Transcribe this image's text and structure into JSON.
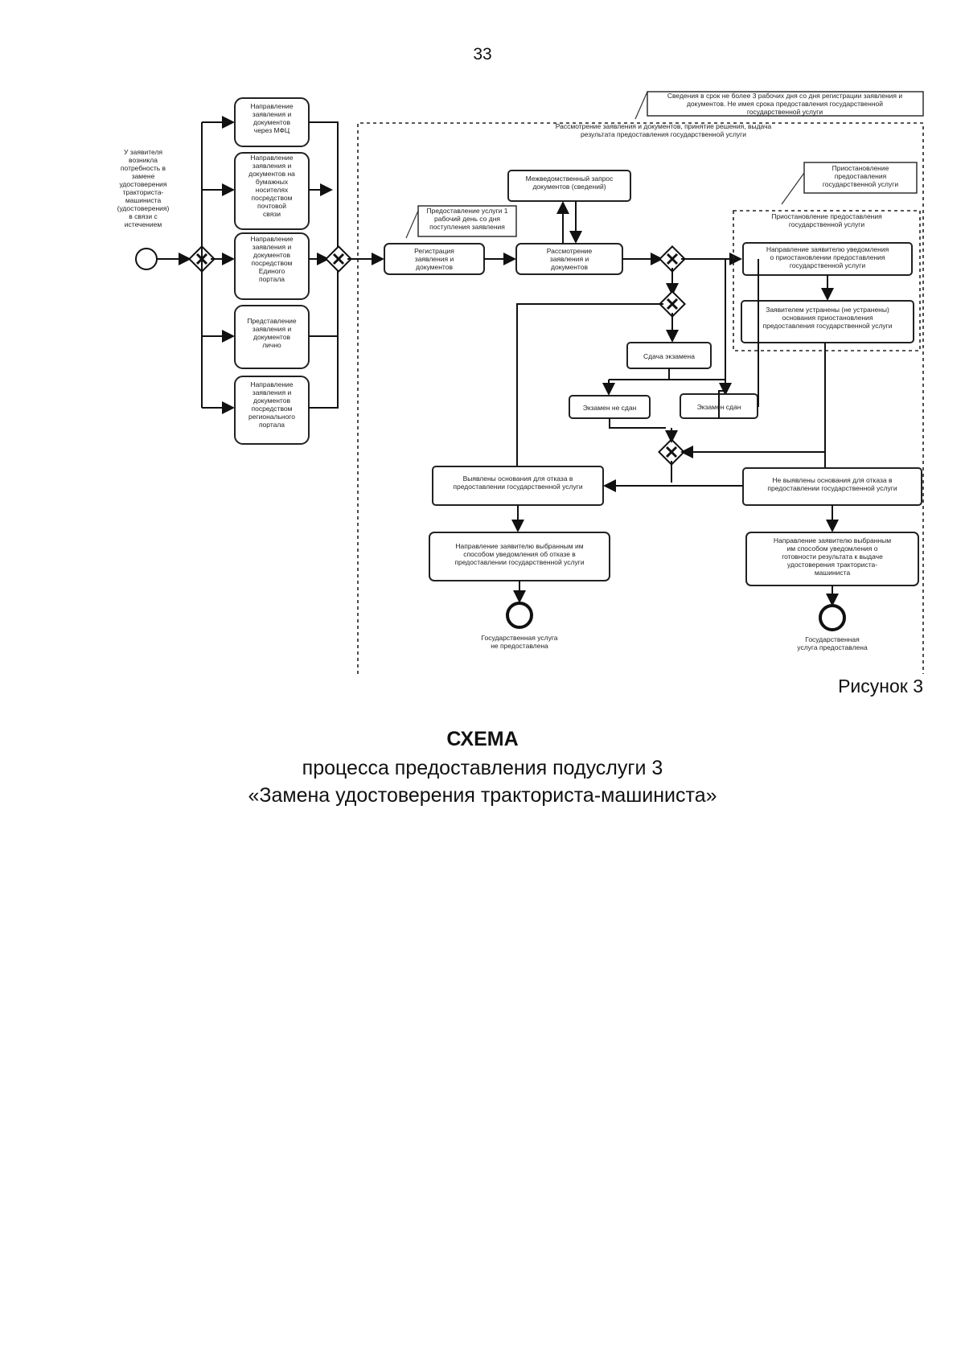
{
  "page": {
    "number": "33",
    "figure_label": "Рисунок 3"
  },
  "caption": {
    "title": "СХЕМА",
    "line1": "процесса предоставления подуслуги 3",
    "line2": "«Замена удостоверения тракториста-машиниста»"
  },
  "diagram": {
    "top_note": [
      "Сведения в срок не более 3 рабочих дня со дня регистрации заявления и",
      "документов. Не имея срока предоставления государственной",
      "государственной услуги"
    ],
    "pool_header": [
      "Рассмотрение заявления и документов, принятие решения, выдача",
      "результата предоставления государственной услуги"
    ],
    "applicant_note": [
      "У заявителя",
      "возникла",
      "потребность в",
      "замене",
      "удостоверения",
      "тракториста-",
      "машиниста",
      "(удостоверения)",
      "в связи с",
      "истечением"
    ],
    "submission_channels": [
      [
        "Направление",
        "заявления и",
        "документов",
        "через МФЦ"
      ],
      [
        "Направление",
        "заявления и",
        "документов на",
        "бумажных",
        "носителях",
        "посредством",
        "почтовой",
        "связи"
      ],
      [
        "Направление",
        "заявления и",
        "документов",
        "посредством",
        "Единого",
        "портала"
      ],
      [
        "Представление",
        "заявления и",
        "документов",
        "лично"
      ],
      [
        "Направление",
        "заявления и",
        "документов",
        "посредством",
        "регионального",
        "портала"
      ]
    ],
    "registration_note": [
      "Предоставление услуги 1",
      "рабочий день со дня",
      "поступления заявления"
    ],
    "registration": [
      "Регистрация",
      "заявления и",
      "документов"
    ],
    "review": [
      "Рассмотрение",
      "заявления и",
      "документов"
    ],
    "interagency_request": [
      "Межведомственный запрос",
      "документов (сведений)"
    ],
    "suspension_note": [
      "Приостановление",
      "предоставления",
      "государственной услуги"
    ],
    "suspension_header": [
      "Приостановление предоставления",
      "государственной услуги"
    ],
    "suspension_notice": [
      "Направление заявителю уведомления",
      "о приостановлении предоставления",
      "государственной услуги"
    ],
    "suspension_fix": [
      "Заявителем устранены (не устранены)",
      "основания приостановления",
      "предоставления государственной услуги"
    ],
    "exam": "Сдача экзамена",
    "exam_failed": "Экзамен не сдан",
    "exam_passed": "Экзамен сдан",
    "refusal_found": [
      "Выявлены основания для отказа в",
      "предоставлении государственной услуги"
    ],
    "refusal_not_found": [
      "Не выявлены основания для отказа в",
      "предоставлении государственной услуги"
    ],
    "refusal_notice": [
      "Направление заявителю выбранным им",
      "способом уведомления об отказе в",
      "предоставлении государственной услуги"
    ],
    "issue_notice": [
      "Направление заявителю выбранным",
      "им способом уведомления о",
      "готовности результата к выдаче",
      "удостоверения тракториста-",
      "машиниста"
    ],
    "end_refused": [
      "Государственная услуга",
      "не предоставлена"
    ],
    "end_provided": [
      "Государственная",
      "услуга предоставлена"
    ]
  }
}
